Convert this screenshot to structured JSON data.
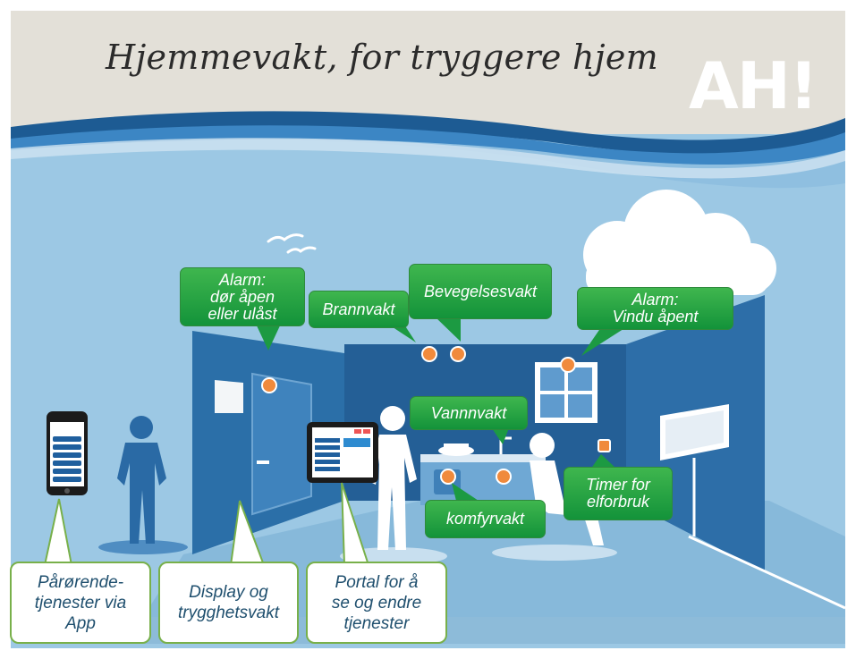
{
  "title": "Hjemmevakt, for tryggere hjem",
  "logo": "AH!",
  "callouts": {
    "alarm_door": "Alarm:\ndør åpen\neller ulåst",
    "brannvakt": "Brannvakt",
    "bevegelsesvakt": "Bevegelsesvakt",
    "alarm_window": "Alarm:\nVindu åpent",
    "vannvakt": "Vannnvakt",
    "komfyrvakt": "komfyrvakt",
    "timer": "Timer for\nelforbruk",
    "parorende": "Pårørende-\ntjenester via\nApp",
    "display": "Display og\ntrygghetsvakt",
    "portal": "Portal for å\nse og endre\ntjenester"
  },
  "colors": {
    "header_bg": "#e3e0d8",
    "scene_bg": "#9cc8e4",
    "wall": "#2b6fa8",
    "floor": "#5d9acb",
    "callout_green": "#1f9e45",
    "callout_border": "#78b04a",
    "sensor": "#f08a3c"
  },
  "icons": [
    "bird-icon",
    "cloud-icon",
    "smartphone-icon",
    "tablet-icon",
    "sensor-dot-icon",
    "window-icon",
    "door-icon",
    "stove-icon",
    "tv-icon"
  ]
}
